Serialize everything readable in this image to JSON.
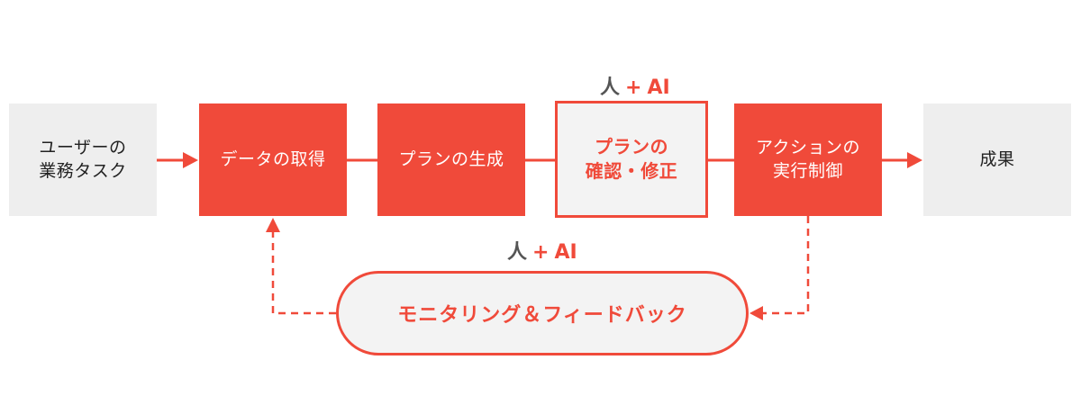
{
  "steps": {
    "user_task": [
      "ユーザーの",
      "業務タスク"
    ],
    "data_acquisition": "データの取得",
    "plan_generation": "プランの生成",
    "plan_review": [
      "プランの",
      "確認・修正"
    ],
    "action_control": [
      "アクションの",
      "実行制御"
    ],
    "outcome": "成果"
  },
  "loop": {
    "label": "モニタリング＆フィードバック"
  },
  "human_ai_labels": {
    "top": {
      "human": "人",
      "plus": "+",
      "ai": "AI"
    },
    "bottom": {
      "human": "人",
      "plus": "+",
      "ai": "AI"
    }
  },
  "colors": {
    "accent": "#f04a3a",
    "gray_box": "#eeeeee",
    "text_dark": "#222222",
    "human_label": "#555555"
  }
}
